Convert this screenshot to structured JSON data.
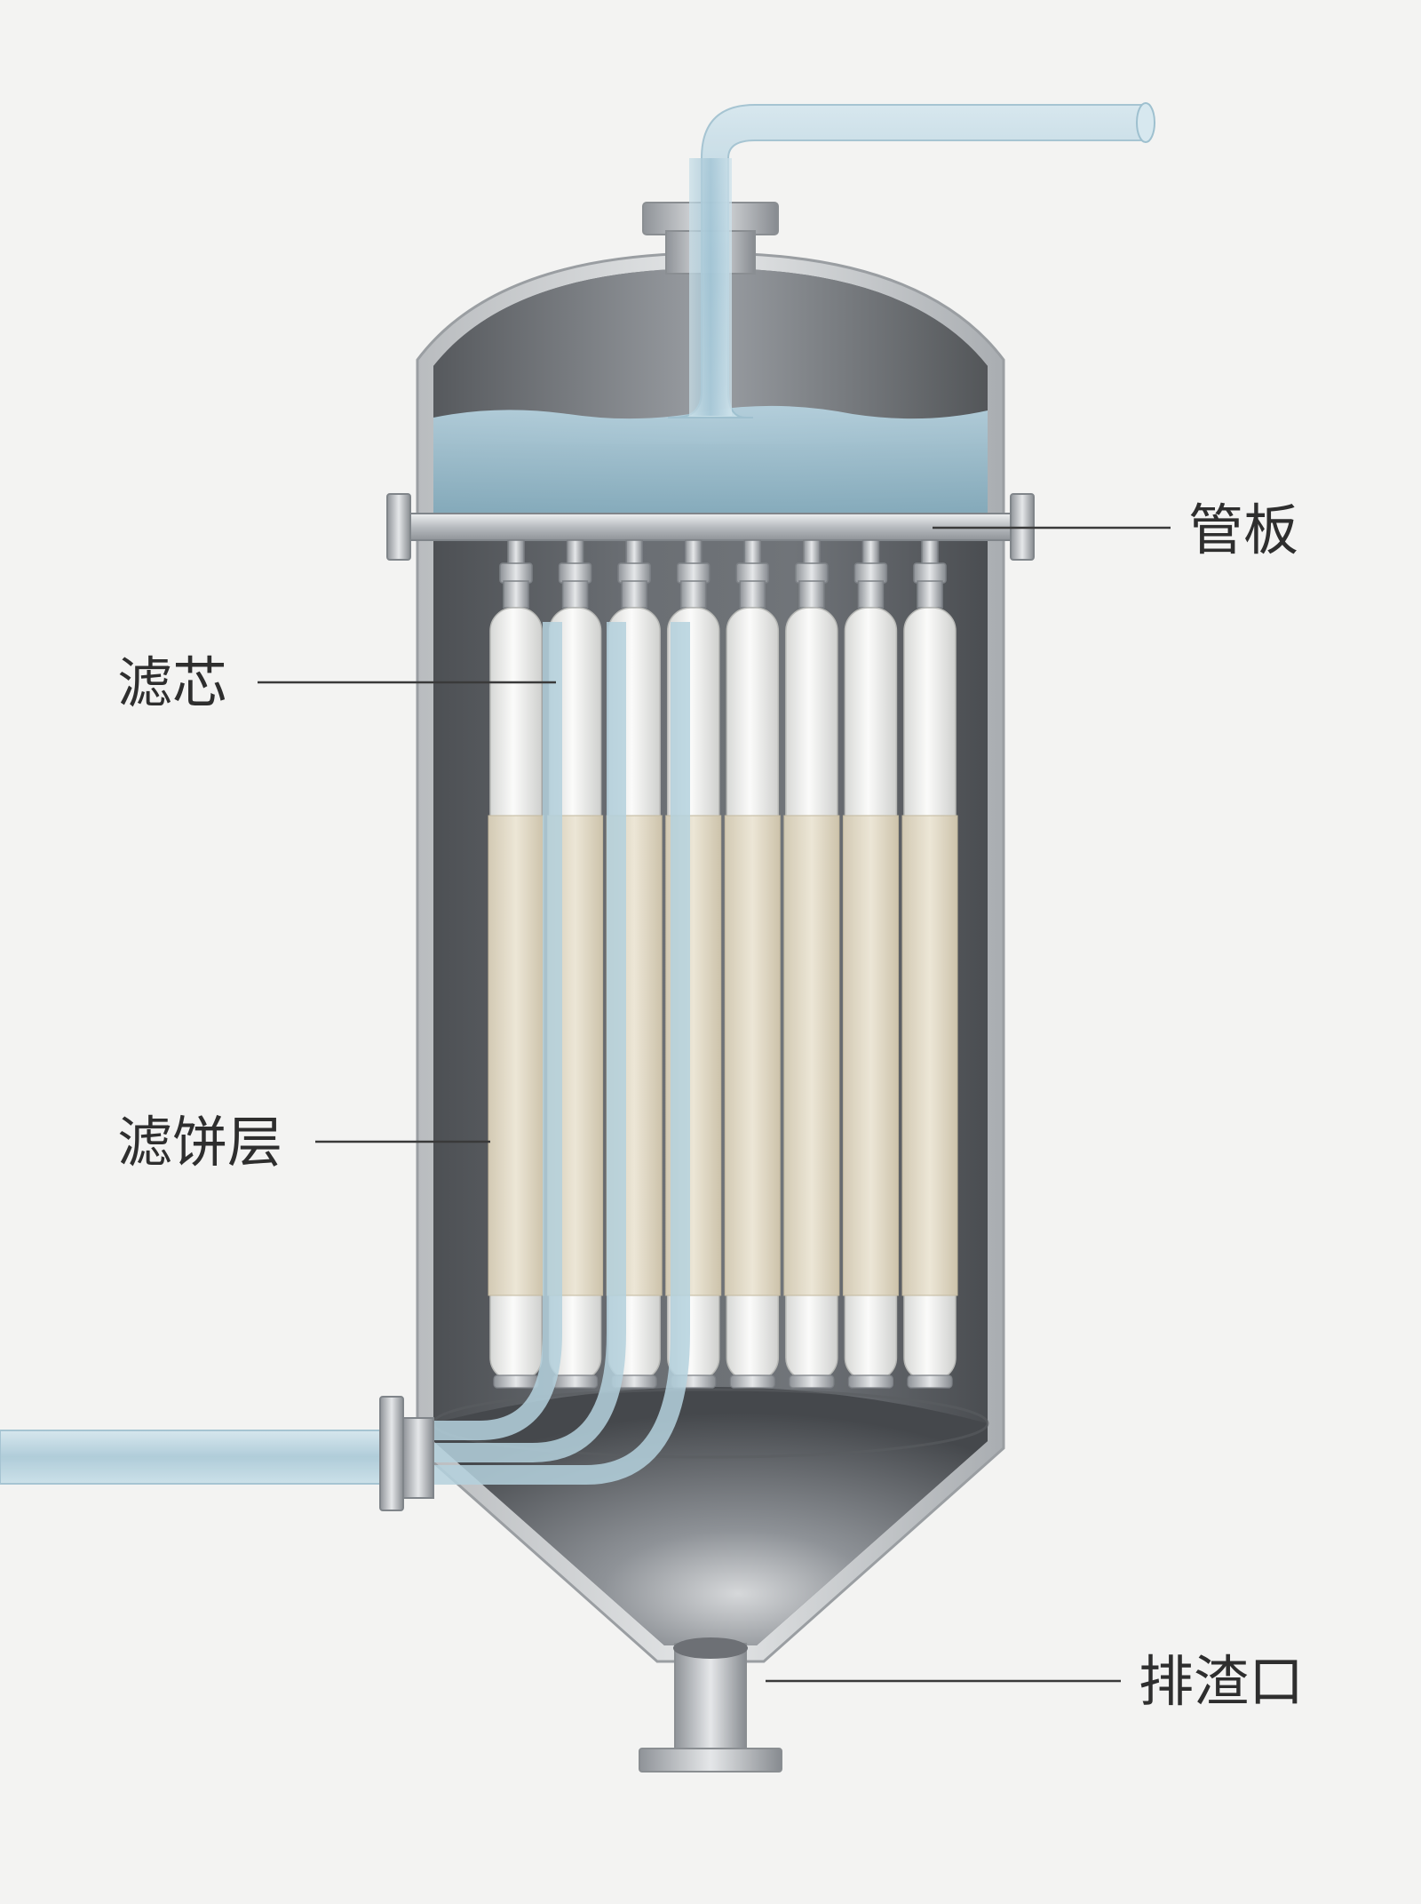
{
  "labels": {
    "tube_sheet": "管板",
    "filter_element": "滤芯",
    "filter_cake": "滤饼层",
    "discharge_port": "排渣口"
  },
  "filter_element_count": 8,
  "colors": {
    "background": "#f3f3f2",
    "steel": "#8d9196",
    "liquid": "#9fc2d3",
    "pipe": "#bcd7e3",
    "filter_element": "#f0f1ef",
    "filter_cake": "#e6dfcf",
    "callout_line": "#3a3a3a",
    "label_text": "#2e2e2e"
  }
}
